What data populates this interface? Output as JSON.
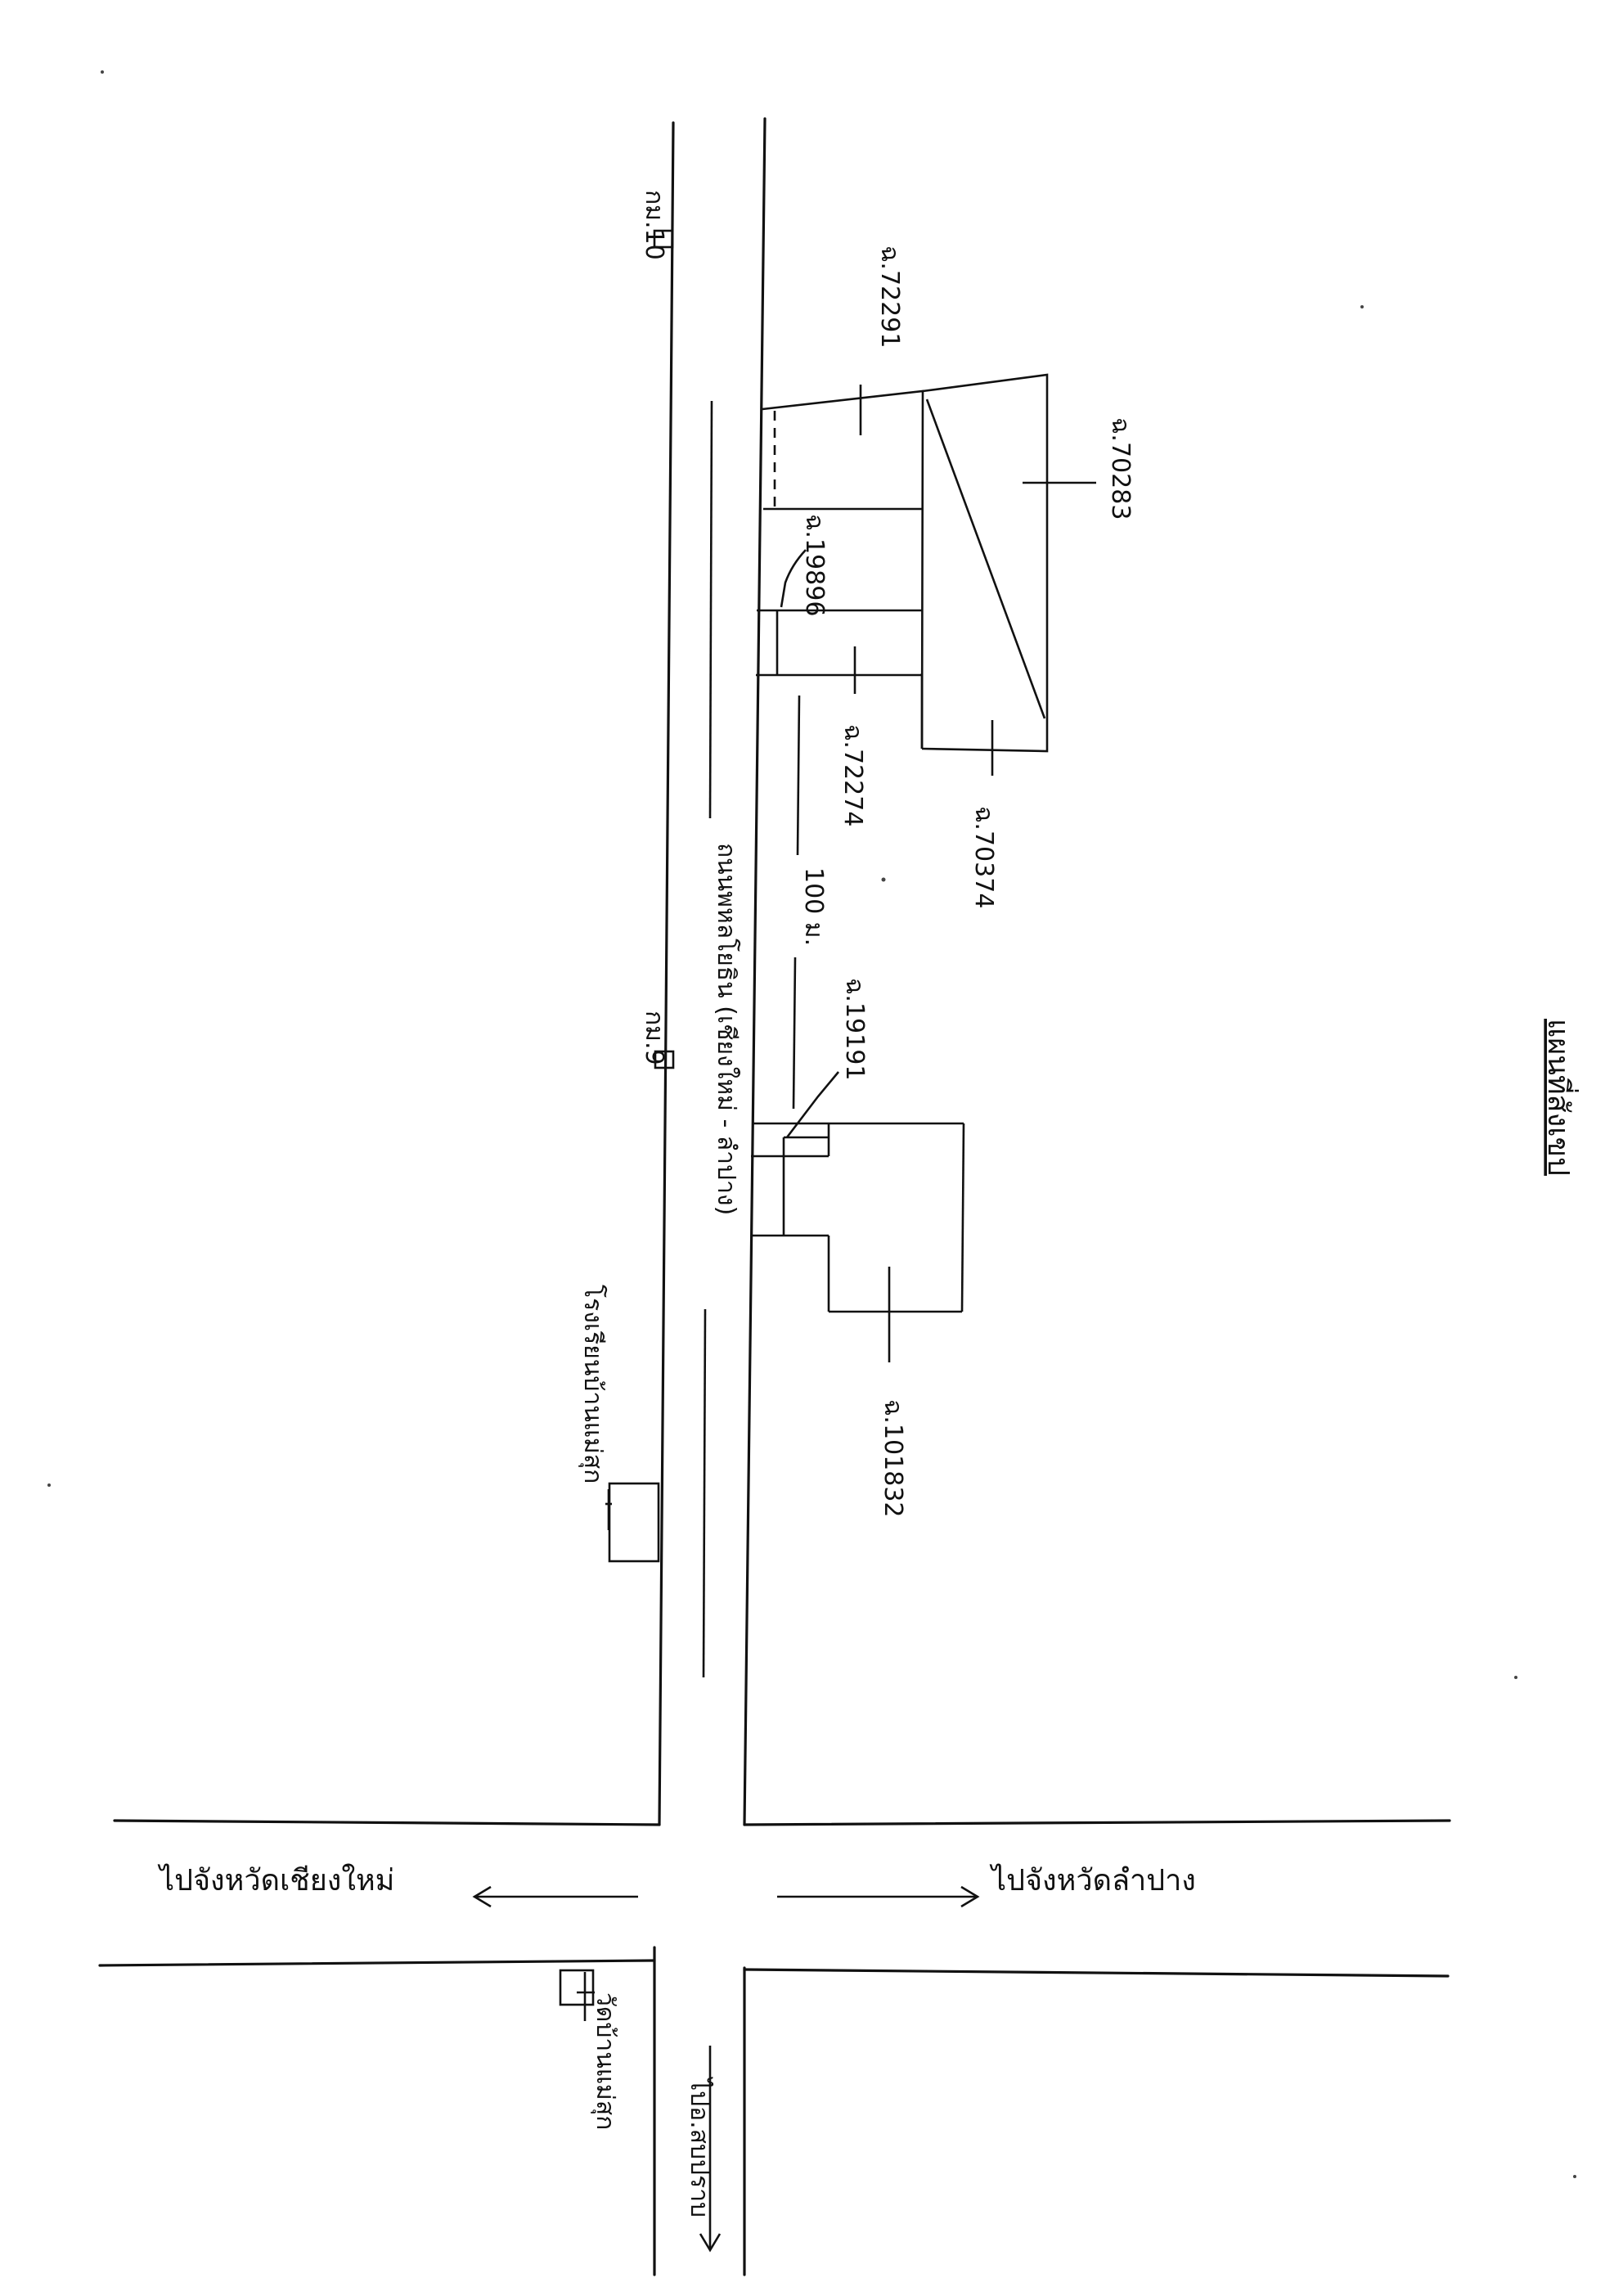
{
  "title": "แผนที่สังเขป",
  "road_name": "ถนนพหลโยธิน (เชียงใหม่ - ลำปาง)",
  "directions": {
    "north": "ไปจังหวัดเชียงใหม่",
    "south": "ไปจังหวัดลำปาง",
    "west": "ไปอ.สบปราบ"
  },
  "landmarks": {
    "km10": "กม.10",
    "km9": "กม.9",
    "school": "โรงเรียนบ้านแม่สุก",
    "temple": "วัดบ้านแม่สุก"
  },
  "distance": "100 ม.",
  "deeds": {
    "d72291": "ฉ.72291",
    "d70283": "ฉ.70283",
    "d19896": "ฉ.19896",
    "d72274": "ฉ.72274",
    "d70374": "ฉ.70374",
    "d19191": "ฉ.19191",
    "d101832": "ฉ.101832"
  }
}
